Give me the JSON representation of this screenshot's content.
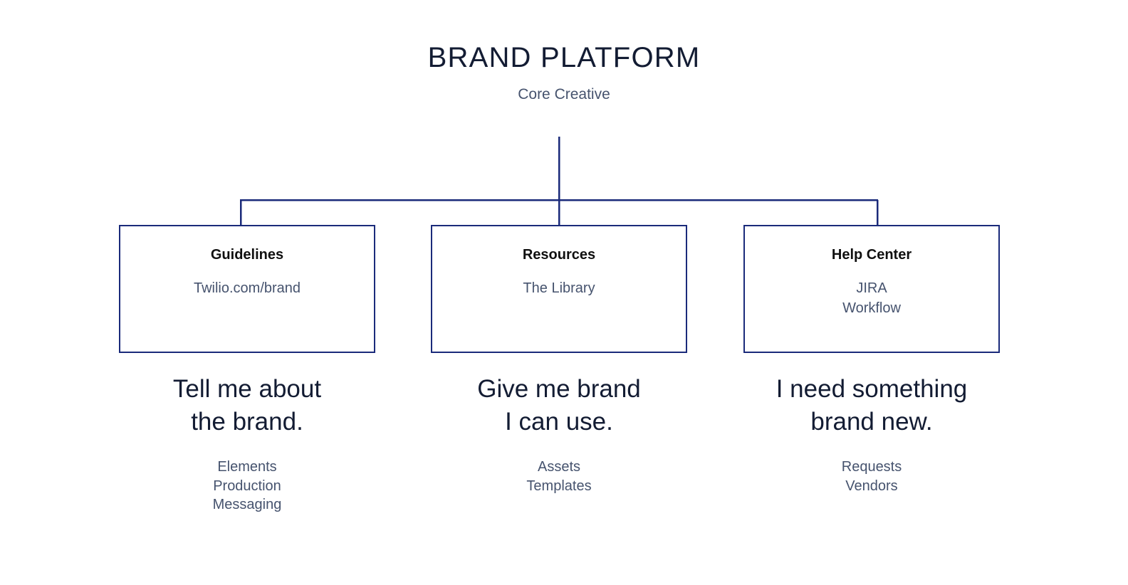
{
  "header": {
    "title": "BRAND PLATFORM",
    "subtitle": "Core Creative"
  },
  "colors": {
    "line": "#1a2a7a",
    "title_text": "#131c33",
    "muted_text": "#46536e",
    "node_title_text": "#101010",
    "background": "#ffffff"
  },
  "columns": [
    {
      "box": {
        "title": "Guidelines",
        "sub_lines": [
          "Twilio.com/brand"
        ]
      },
      "question_lines": [
        "Tell me about",
        "the brand."
      ],
      "items": [
        "Elements",
        "Production",
        "Messaging"
      ]
    },
    {
      "box": {
        "title": "Resources",
        "sub_lines": [
          "The Library"
        ]
      },
      "question_lines": [
        "Give me brand",
        "I can use."
      ],
      "items": [
        "Assets",
        "Templates"
      ]
    },
    {
      "box": {
        "title": "Help Center",
        "sub_lines": [
          "JIRA",
          "Workflow"
        ]
      },
      "question_lines": [
        "I need something",
        "brand new."
      ],
      "items": [
        "Requests",
        "Vendors"
      ]
    }
  ]
}
